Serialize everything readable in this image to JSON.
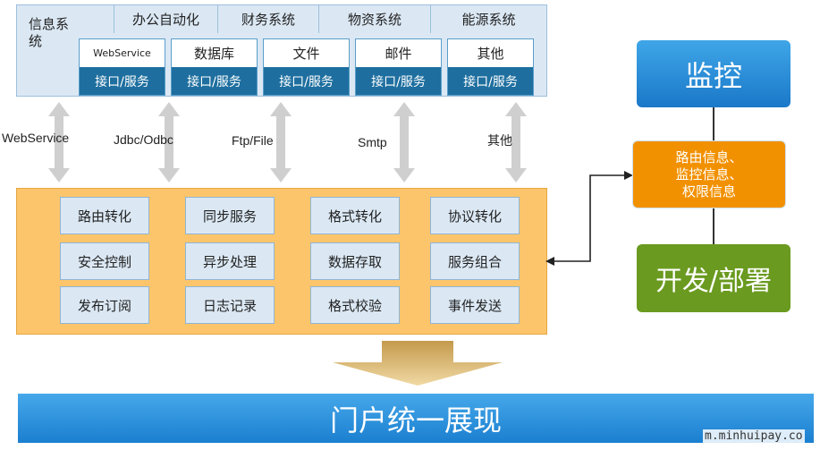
{
  "top_panel": {
    "title": "信息系统",
    "systems": [
      "办公自动化",
      "财务系统",
      "物资系统",
      "能源系统"
    ],
    "services": [
      {
        "name": "WebService",
        "port": "接口/服务"
      },
      {
        "name": "数据库",
        "port": "接口/服务"
      },
      {
        "name": "文件",
        "port": "接口/服务"
      },
      {
        "name": "邮件",
        "port": "接口/服务"
      },
      {
        "name": "其他",
        "port": "接口/服务"
      }
    ]
  },
  "protocols": [
    "WebService",
    "Jdbc/Odbc",
    "Ftp/File",
    "Smtp",
    "其他"
  ],
  "bus": {
    "rows": [
      [
        "路由转化",
        "同步服务",
        "格式转化",
        "协议转化"
      ],
      [
        "安全控制",
        "异步处理",
        "数据存取",
        "服务组合"
      ],
      [
        "发布订阅",
        "日志记录",
        "格式校验",
        "事件发送"
      ]
    ]
  },
  "right": {
    "monitor": "监控",
    "info_lines": [
      "路由信息、",
      "监控信息、",
      "权限信息"
    ],
    "deploy": "开发/部署"
  },
  "portal": "门户统一展现",
  "watermark": "m.minhuipay.co",
  "colors": {
    "panel_blue": "#dbe8f4",
    "port_blue": "#1e6f9f",
    "bus_orange": "#fdc56b",
    "info_orange": "#f29100",
    "deploy_green": "#6a9a1f",
    "monitor_blue": "#2a8fd8"
  }
}
